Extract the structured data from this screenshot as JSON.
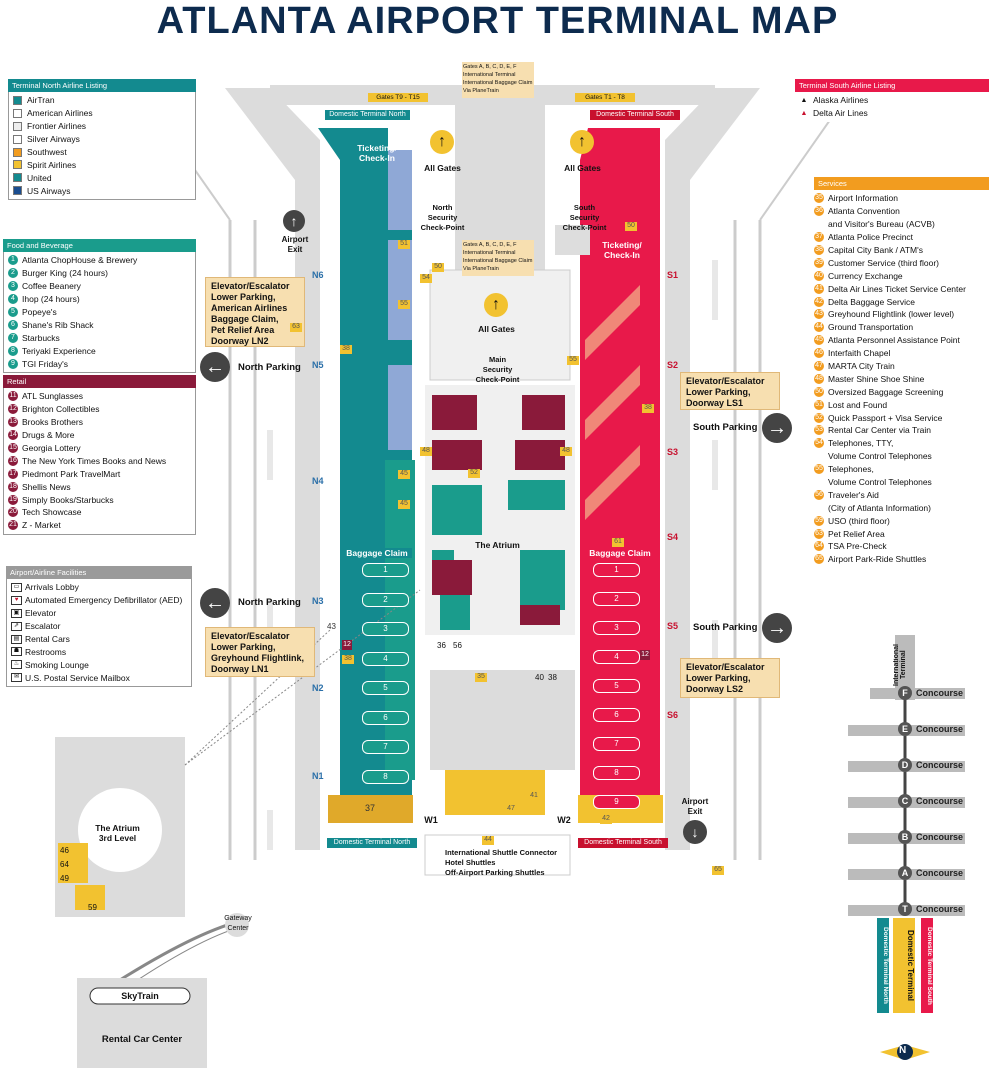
{
  "title": "ATLANTA AIRPORT TERMINAL MAP",
  "colors": {
    "north": "#138a8f",
    "south": "#e8194a",
    "retail": "#8a1a3a",
    "services": "#f29c1f",
    "facilities": "#9a9a9a",
    "yellow": "#f2c230",
    "teal": "#1a9c8c"
  },
  "north_listing": {
    "header": "Terminal North Airline Listing",
    "items": [
      "AirTran",
      "American Airlines",
      "Frontier Airlines",
      "Silver Airways",
      "Southwest",
      "Spirit Airlines",
      "United",
      "US Airways"
    ]
  },
  "south_listing": {
    "header": "Terminal South Airline Listing",
    "items": [
      "Alaska Airlines",
      "Delta Air Lines"
    ]
  },
  "food": {
    "header": "Food and Beverage",
    "items": [
      {
        "n": "1",
        "t": "Atlanta ChopHouse & Brewery"
      },
      {
        "n": "2",
        "t": "Burger King (24 hours)"
      },
      {
        "n": "3",
        "t": "Coffee Beanery"
      },
      {
        "n": "4",
        "t": "Ihop (24 hours)"
      },
      {
        "n": "5",
        "t": "Popeye's"
      },
      {
        "n": "6",
        "t": "Shane's Rib Shack"
      },
      {
        "n": "7",
        "t": "Starbucks"
      },
      {
        "n": "8",
        "t": "Teriyaki Experience"
      },
      {
        "n": "9",
        "t": "TGI Friday's"
      }
    ]
  },
  "retail": {
    "header": "Retail",
    "items": [
      {
        "n": "11",
        "t": "ATL Sunglasses"
      },
      {
        "n": "12",
        "t": "Brighton Collectibles"
      },
      {
        "n": "13",
        "t": "Brooks Brothers"
      },
      {
        "n": "14",
        "t": "Drugs & More"
      },
      {
        "n": "15",
        "t": "Georgia Lottery"
      },
      {
        "n": "16",
        "t": "The New York Times Books and News"
      },
      {
        "n": "17",
        "t": "Piedmont Park TravelMart"
      },
      {
        "n": "18",
        "t": "Shellis News"
      },
      {
        "n": "19",
        "t": "Simply Books/Starbucks"
      },
      {
        "n": "20",
        "t": "Tech Showcase"
      },
      {
        "n": "21",
        "t": "Z - Market"
      }
    ]
  },
  "facilities": {
    "header": "Airport/Airline Facilities",
    "items": [
      "Arrivals Lobby",
      "Automated Emergency Defibrillator (AED)",
      "Elevator",
      "Escalator",
      "Rental Cars",
      "Restrooms",
      "Smoking Lounge",
      "U.S. Postal Service Mailbox"
    ]
  },
  "services": {
    "header": "Services",
    "items": [
      {
        "n": "35",
        "t": "Airport Information"
      },
      {
        "n": "36",
        "t": "Atlanta Convention"
      },
      {
        "n": "",
        "t": "and Visitor's Bureau (ACVB)"
      },
      {
        "n": "37",
        "t": "Atlanta Police Precinct"
      },
      {
        "n": "38",
        "t": "Capital City Bank / ATM's"
      },
      {
        "n": "39",
        "t": "Customer Service  (third floor)"
      },
      {
        "n": "40",
        "t": "Currency Exchange"
      },
      {
        "n": "41",
        "t": "Delta Air Lines Ticket Service Center"
      },
      {
        "n": "42",
        "t": "Delta Baggage Service"
      },
      {
        "n": "43",
        "t": "Greyhound Flightlink (lower level)"
      },
      {
        "n": "44",
        "t": "Ground Transportation"
      },
      {
        "n": "45",
        "t": "Atlanta Personnel Assistance Point"
      },
      {
        "n": "46",
        "t": "Interfaith Chapel"
      },
      {
        "n": "47",
        "t": "MARTA City Train"
      },
      {
        "n": "48",
        "t": "Master Shine Shoe Shine"
      },
      {
        "n": "50",
        "t": "Oversized Baggage Screening"
      },
      {
        "n": "51",
        "t": "Lost and Found"
      },
      {
        "n": "52",
        "t": "Quick Passport + Visa Service"
      },
      {
        "n": "53",
        "t": "Rental Car Center via Train"
      },
      {
        "n": "54",
        "t": "Telephones, TTY,"
      },
      {
        "n": "",
        "t": "Volume Control Telephones"
      },
      {
        "n": "55",
        "t": "Telephones,"
      },
      {
        "n": "",
        "t": "Volume Control Telephones"
      },
      {
        "n": "56",
        "t": "Traveler's Aid"
      },
      {
        "n": "",
        "t": "(City of Atlanta Information)"
      },
      {
        "n": "59",
        "t": "USO  (third floor)"
      },
      {
        "n": "63",
        "t": "Pet Relief Area"
      },
      {
        "n": "64",
        "t": "TSA Pre-Check"
      },
      {
        "n": "65",
        "t": "Airport Park-Ride Shuttles"
      }
    ]
  },
  "callouts": {
    "ln2": "Elevator/Escalator\nLower Parking,\nAmerican Airlines\nBaggage Claim,\nPet Relief Area\nDoorway LN2",
    "ln2_num": "63",
    "ln1": "Elevator/Escalator\nLower Parking,\nGreyhound Flightlink,\nDoorway LN1",
    "ls1": "Elevator/Escalator\nLower Parking,\nDoorway LS1",
    "ls2": "Elevator/Escalator\nLower Parking,\nDoorway LS2"
  },
  "map": {
    "domestic_north": "Domestic Terminal North",
    "domestic_south": "Domestic Terminal South",
    "gates_t9_t15": "Gates T9 - T15",
    "gates_t1_t8": "Gates T1 - T8",
    "intl_top": "Gates A, B, C, D, E, F\nInternational Terminal\nInternational Baggage Claim\nVia PlaneTrain",
    "intl_mid": "Gates A, B, C, D, E, F\nInternational Terminal\nInternational Baggage Claim\nVia PlaneTrain",
    "all_gates": "All Gates",
    "north_checkpoint": "North\nSecurity\nCheck-Point",
    "south_checkpoint": "South\nSecurity\nCheck-Point",
    "main_checkpoint": "Main\nSecurity\nCheck-Point",
    "ticketing": "Ticketing/\nCheck-In",
    "baggage_claim": "Baggage Claim",
    "atrium": "The Atrium",
    "airport_exit": "Airport\nExit",
    "north_parking": "North Parking",
    "south_parking": "South Parking",
    "w1": "W1",
    "w2": "W2",
    "shuttle": "International Shuttle Connector\nHotel Shuttles\nOff-Airport Parking Shuttles",
    "shuttle_num": "44",
    "n_doors": [
      "N6",
      "N5",
      "N4",
      "N3",
      "N2",
      "N1"
    ],
    "s_doors": [
      "S1",
      "S2",
      "S3",
      "S4",
      "S5",
      "S6"
    ],
    "carousels": [
      "1",
      "2",
      "3",
      "4",
      "5",
      "6",
      "7",
      "8"
    ],
    "s_carousels": [
      "1",
      "2",
      "3",
      "4",
      "5",
      "6",
      "7",
      "8",
      "9"
    ],
    "atrium3": "The Atrium\n3rd Level",
    "gateway": "Gateway\nCenter",
    "skytrain": "SkyTrain",
    "rental": "Rental Car Center",
    "intl_terminal": "International\nTerminal",
    "concourse": "Concourse",
    "concourses": [
      "F",
      "E",
      "D",
      "C",
      "B",
      "A",
      "T"
    ],
    "dom_terminal": "Domestic Terminal",
    "dom_north_v": "Domestic Terminal North",
    "dom_south_v": "Domestic Terminal South",
    "num_37": "37",
    "num_47": "47",
    "num_41": "41",
    "num_42": "42",
    "num_65": "65",
    "num_59": "59",
    "num_46": "46",
    "num_64": "64",
    "num_49": "49",
    "num_50": "50",
    "num_51": "51",
    "num_54": "54",
    "num_55": "55",
    "num_45": "45",
    "num_48": "48",
    "num_52": "52",
    "num_36": "36",
    "num_56": "56",
    "num_35": "35",
    "num_40": "40",
    "num_38": "38",
    "num_43": "43",
    "num_61": "61",
    "num_12": "12"
  }
}
